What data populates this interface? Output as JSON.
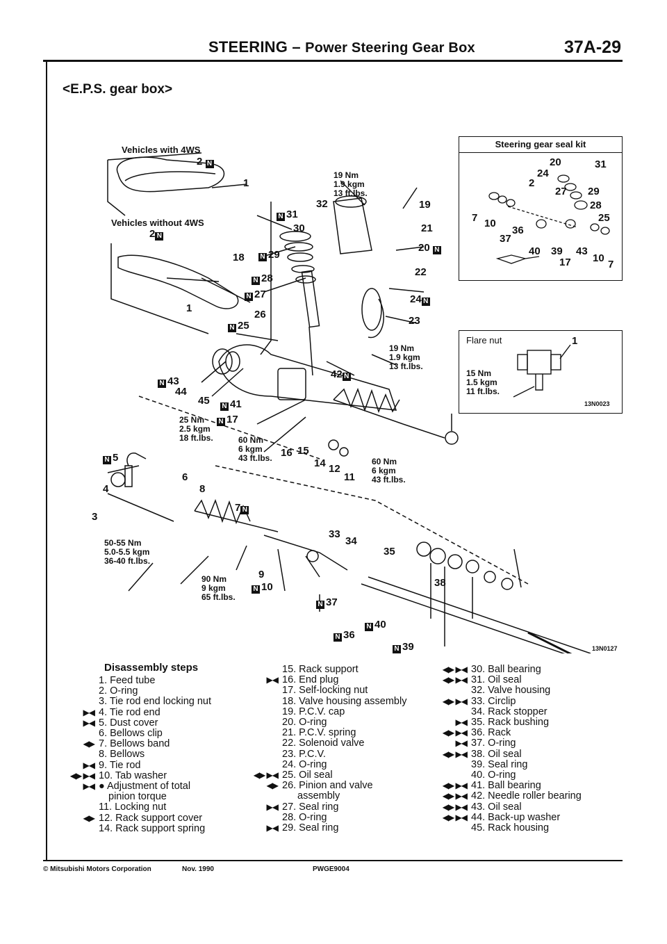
{
  "header": {
    "title": "STEERING",
    "dash": " – ",
    "subtitle": "Power Steering Gear Box",
    "page": "37A-29"
  },
  "section_title": "<E.P.S. gear box>",
  "main_diagram": {
    "label_4ws": "Vehicles with 4WS",
    "label_no4ws": "Vehicles without 4WS",
    "figure_code": "13N0127",
    "torques": {
      "t19a": [
        "19 Nm",
        "1.9 kgm",
        "13 ft.lbs."
      ],
      "t19b": [
        "19 Nm",
        "1.9 kgm",
        "13 ft.lbs."
      ],
      "t25": [
        "25 Nm",
        "2.5 kgm",
        "18 ft.lbs."
      ],
      "t60a": [
        "60 Nm",
        "6 kgm",
        "43 ft.lbs."
      ],
      "t60b": [
        "60 Nm",
        "6 kgm",
        "43 ft.lbs."
      ],
      "t50": [
        "50-55 Nm",
        "5.0-5.5 kgm",
        "36-40 ft.lbs."
      ],
      "t90": [
        "90 Nm",
        "9 kgm",
        "65 ft.lbs."
      ]
    },
    "callouts": {
      "c2a": "2",
      "c1a": "1",
      "c2b": "2",
      "c1b": "1",
      "c18": "18",
      "c32": "32",
      "c31": "31",
      "c30": "30",
      "c29": "29",
      "c28": "28",
      "c27": "27",
      "c26": "26",
      "c25": "25",
      "c19": "19",
      "c21": "21",
      "c20": "20",
      "c22": "22",
      "c24": "24",
      "c23": "23",
      "c42": "42",
      "c43": "43",
      "c44": "44",
      "c45": "45",
      "c41": "41",
      "c17": "17",
      "c16": "16",
      "c15": "15",
      "c14": "14",
      "c12": "12",
      "c11": "11",
      "c5": "5",
      "c4": "4",
      "c6": "6",
      "c8": "8",
      "c7": "7",
      "c3": "3",
      "c33": "33",
      "c34": "34",
      "c35": "35",
      "c9": "9",
      "c10": "10",
      "c38": "38",
      "c37": "37",
      "c40": "40",
      "c36": "36",
      "c39": "39"
    }
  },
  "seal_kit": {
    "title": "Steering gear seal kit",
    "callouts": {
      "s20": "20",
      "s31": "31",
      "s24": "24",
      "s2": "2",
      "s27": "27",
      "s29": "29",
      "s28": "28",
      "s7a": "7",
      "s10a": "10",
      "s25": "25",
      "s36": "36",
      "s37": "37",
      "s40": "40",
      "s39": "39",
      "s43": "43",
      "s17": "17",
      "s10b": "10",
      "s7b": "7"
    }
  },
  "flare_nut": {
    "label": "Flare nut",
    "callout": "1",
    "torque": [
      "15 Nm",
      "1.5 kgm",
      "11 ft.lbs."
    ],
    "figure_code": "13N0023"
  },
  "disassembly": {
    "title": "Disassembly steps",
    "col1": [
      {
        "mark": "",
        "text": "1. Feed tube"
      },
      {
        "mark": "",
        "text": "2. O-ring"
      },
      {
        "mark": "",
        "text": "3. Tie rod end locking nut"
      },
      {
        "mark": "▶◀",
        "text": "4. Tie rod end"
      },
      {
        "mark": "▶◀",
        "text": "5. Dust cover"
      },
      {
        "mark": "",
        "text": "6. Bellows clip"
      },
      {
        "mark": "◀▶",
        "text": "7. Bellows band"
      },
      {
        "mark": "",
        "text": "8. Bellows"
      },
      {
        "mark": "▶◀",
        "text": "9. Tie rod"
      },
      {
        "mark": "◀▶ ▶◀",
        "text": "10. Tab washer"
      },
      {
        "mark": "▶◀",
        "text": "● Adjustment of total"
      },
      {
        "mark": "",
        "text": "pinion torque"
      },
      {
        "mark": "",
        "text": "11. Locking nut"
      },
      {
        "mark": "◀▶",
        "text": "12. Rack support cover"
      },
      {
        "mark": "",
        "text": "14. Rack support spring"
      }
    ],
    "col2": [
      {
        "mark": "",
        "text": "15. Rack support"
      },
      {
        "mark": "▶◀",
        "text": "16. End plug"
      },
      {
        "mark": "",
        "text": "17. Self-locking nut"
      },
      {
        "mark": "",
        "text": "18. Valve housing assembly"
      },
      {
        "mark": "",
        "text": "19. P.C.V. cap"
      },
      {
        "mark": "",
        "text": "20. O-ring"
      },
      {
        "mark": "",
        "text": "21. P.C.V. spring"
      },
      {
        "mark": "",
        "text": "22. Solenoid valve"
      },
      {
        "mark": "",
        "text": "23. P.C.V."
      },
      {
        "mark": "",
        "text": "24. O-ring"
      },
      {
        "mark": "◀▶ ▶◀",
        "text": "25. Oil seal"
      },
      {
        "mark": "◀▶",
        "text": "26. Pinion and valve"
      },
      {
        "mark": "",
        "text": "assembly"
      },
      {
        "mark": "▶◀",
        "text": "27. Seal ring"
      },
      {
        "mark": "",
        "text": "28. O-ring"
      },
      {
        "mark": "▶◀",
        "text": "29. Seal ring"
      }
    ],
    "col3": [
      {
        "mark": "◀▶ ▶◀",
        "text": "30. Ball bearing"
      },
      {
        "mark": "◀▶ ▶◀",
        "text": "31. Oil seal"
      },
      {
        "mark": "",
        "text": "32. Valve housing"
      },
      {
        "mark": "◀▶ ▶◀",
        "text": "33. Circlip"
      },
      {
        "mark": "",
        "text": "34. Rack stopper"
      },
      {
        "mark": "▶◀",
        "text": "35. Rack bushing"
      },
      {
        "mark": "◀▶ ▶◀",
        "text": "36. Rack"
      },
      {
        "mark": "▶◀",
        "text": "37. O-ring"
      },
      {
        "mark": "◀▶ ▶◀",
        "text": "38. Oil seal"
      },
      {
        "mark": "",
        "text": "39. Seal ring"
      },
      {
        "mark": "",
        "text": "40. O-ring"
      },
      {
        "mark": "◀▶ ▶◀",
        "text": "41. Ball bearing"
      },
      {
        "mark": "◀▶ ▶◀",
        "text": "42. Needle roller bearing"
      },
      {
        "mark": "◀▶ ▶◀",
        "text": "43. Oil seal"
      },
      {
        "mark": "◀▶ ▶◀",
        "text": "44. Back-up washer"
      },
      {
        "mark": "",
        "text": "45. Rack housing"
      }
    ]
  },
  "footer": {
    "copyright": "© Mitsubishi Motors Corporation",
    "date": "Nov. 1990",
    "code": "PWGE9004"
  }
}
